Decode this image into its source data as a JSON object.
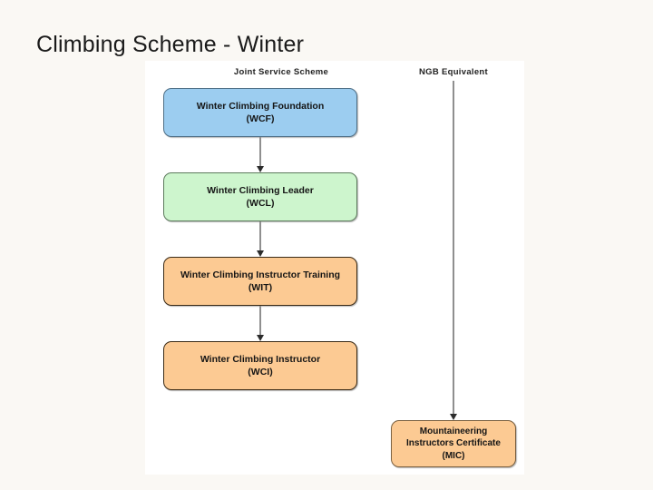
{
  "slide": {
    "title": "Climbing Scheme - Winter"
  },
  "diagram": {
    "columns": [
      {
        "id": "joint-service-scheme",
        "label": "Joint Service Scheme"
      },
      {
        "id": "ngb-equivalent",
        "label": "NGB Equivalent"
      }
    ],
    "nodes": [
      {
        "id": "wcf",
        "column": "joint-service-scheme",
        "lines": [
          "Winter Climbing Foundation",
          "(WCF)"
        ],
        "abbreviation": "WCF",
        "fill": "#9ccdf0",
        "border": "#4f6f86"
      },
      {
        "id": "wcl",
        "column": "joint-service-scheme",
        "lines": [
          "Winter Climbing Leader",
          "(WCL)"
        ],
        "abbreviation": "WCL",
        "fill": "#cdf5cd",
        "border": "#5d7a5d"
      },
      {
        "id": "wit",
        "column": "joint-service-scheme",
        "lines": [
          "Winter Climbing Instructor Training",
          "(WIT)"
        ],
        "abbreviation": "WIT",
        "fill": "#fcca93",
        "border": "#3a2a16"
      },
      {
        "id": "wci",
        "column": "joint-service-scheme",
        "lines": [
          "Winter Climbing Instructor",
          "(WCI)"
        ],
        "abbreviation": "WCI",
        "fill": "#fcca93",
        "border": "#3a2a16"
      },
      {
        "id": "mic",
        "column": "ngb-equivalent",
        "lines": [
          "Mountaineering",
          "Instructors Certificate",
          "(MIC)"
        ],
        "abbreviation": "MIC",
        "fill": "#fcca93",
        "border": "#7a6040"
      }
    ],
    "connectors": [
      {
        "id": "wcf-wcl",
        "from": "wcf",
        "to": "wcl",
        "style": "arrow-down",
        "color": "#8f8f8f"
      },
      {
        "id": "wcl-wit",
        "from": "wcl",
        "to": "wit",
        "style": "arrow-down",
        "color": "#8f8f8f"
      },
      {
        "id": "wit-wci",
        "from": "wit",
        "to": "wci",
        "style": "arrow-down",
        "color": "#8f8f8f"
      },
      {
        "id": "ngb-mic",
        "from": "ngb-equivalent",
        "to": "mic",
        "style": "arrow-down-long",
        "color": "#8f8f8f"
      }
    ],
    "panel_background": "#ffffff"
  },
  "page": {
    "background": "#faf8f4"
  }
}
